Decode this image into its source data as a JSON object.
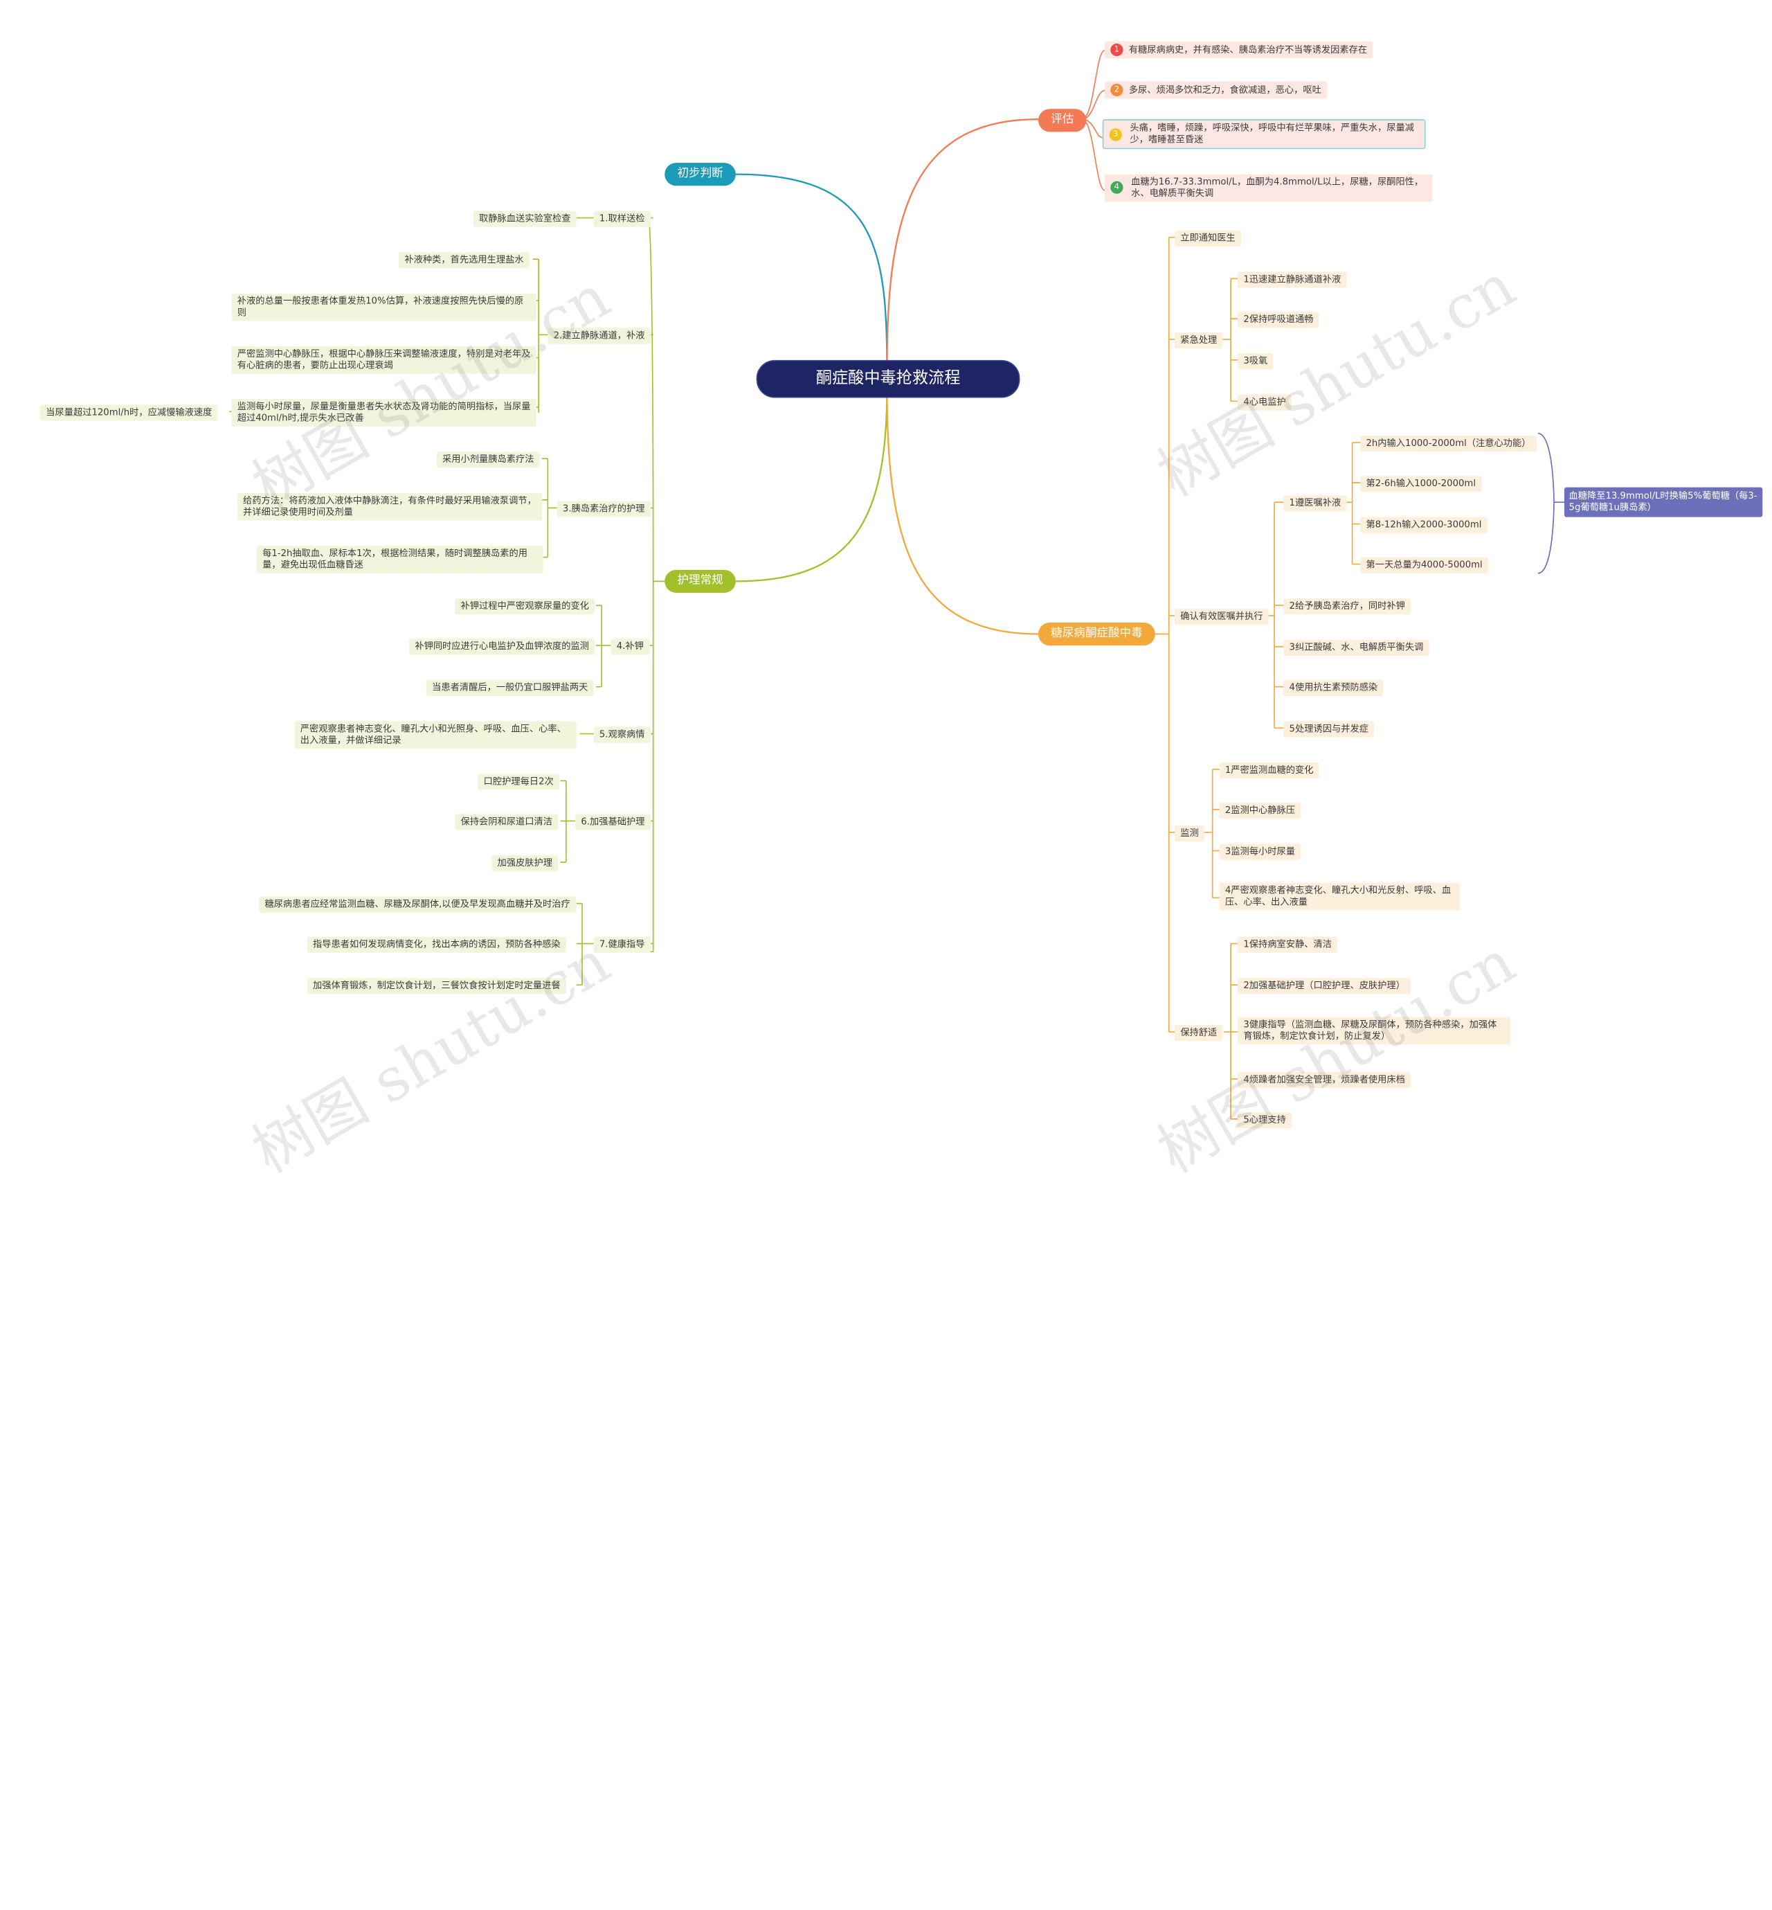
{
  "title": "酮症酸中毒抢救流程",
  "branches": {
    "chubu": "初步判断",
    "huli": "护理常规",
    "pinggu": "评估",
    "tangniao": "糖尿病酮症酸中毒"
  },
  "pinggu_items": [
    {
      "num": "1",
      "text": "有糖尿病病史，并有感染、胰岛素治疗不当等诱发因素存在"
    },
    {
      "num": "2",
      "text": "多尿、烦渴多饮和乏力，食欲减退，恶心，呕吐"
    },
    {
      "num": "3",
      "text": "头痛，嗜睡，烦躁，呼吸深快，呼吸中有烂苹果味，严重失水，尿量减少，嗜睡甚至昏迷"
    },
    {
      "num": "4",
      "text": "血糖为16.7-33.3mmol/L，血酮为4.8mmol/L以上，尿糖，尿酮阳性，水、电解质平衡失调"
    }
  ],
  "huli": {
    "g1": {
      "label": "1.取样送检",
      "items": [
        "取静脉血送实验室检查"
      ]
    },
    "g2": {
      "label": "2.建立静脉通道，补液",
      "items": [
        "补液种类，首先选用生理盐水",
        "补液的总量一般按患者体重发热10%估算，补液速度按照先快后慢的原则",
        "严密监测中心静脉压，根据中心静脉压来调整输液速度，特别是对老年及有心脏病的患者，要防止出现心理衰竭",
        "监测每小时尿量，尿量是衡量患者失水状态及肾功能的简明指标，当尿量超过40ml/h时,提示失水已改善"
      ],
      "sub": "当尿量超过120ml/h时，应减慢输液速度"
    },
    "g3": {
      "label": "3.胰岛素治疗的护理",
      "items": [
        "采用小剂量胰岛素疗法",
        "给药方法：将药液加入液体中静脉滴注，有条件时最好采用输液泵调节，并详细记录使用时间及剂量",
        "每1-2h抽取血、尿标本1次，根据检测结果，随时调整胰岛素的用量，避免出现低血糖昏迷"
      ]
    },
    "g4": {
      "label": "4.补钾",
      "items": [
        "补钾过程中严密观察尿量的变化",
        "补钾同时应进行心电监护及血钾浓度的监测",
        "当患者清醒后，一般仍宜口服钾盐两天"
      ]
    },
    "g5": {
      "label": "5.观察病情",
      "items": [
        "严密观察患者神志变化、瞳孔大小和光照身、呼吸、血压、心率、出入液量，并做详细记录"
      ]
    },
    "g6": {
      "label": "6.加强基础护理",
      "items": [
        "口腔护理每日2次",
        "保持会阴和尿道口清洁",
        "加强皮肤护理"
      ]
    },
    "g7": {
      "label": "7.健康指导",
      "items": [
        "糖尿病患者应经常监测血糖、尿糖及尿酮体,以便及早发现高血糖并及时治疗",
        "指导患者如何发现病情变化，找出本病的诱因，预防各种感染",
        "加强体育锻炼，制定饮食计划，三餐饮食按计划定时定量进餐"
      ]
    }
  },
  "tangniao": {
    "notify": "立即通知医生",
    "emergency": {
      "label": "紧急处理",
      "items": [
        "1迅速建立静脉通道补液",
        "2保持呼吸道通畅",
        "3吸氧",
        "4心电监护"
      ]
    },
    "execute": {
      "label": "确认有效医嘱并执行",
      "fluid": {
        "label": "1遵医嘱补液",
        "items": [
          "2h内输入1000-2000ml（注意心功能）",
          "第2-6h输入1000-2000ml",
          "第8-12h输入2000-3000ml",
          "第一天总量为4000-5000ml"
        ],
        "note": "血糖降至13.9mmol/L时换输5%葡萄糖（每3-5g葡萄糖1u胰岛素）"
      },
      "items": [
        "2给予胰岛素治疗，同时补钾",
        "3纠正酸碱、水、电解质平衡失调",
        "4使用抗生素预防感染",
        "5处理诱因与并发症"
      ]
    },
    "monitor": {
      "label": "监测",
      "items": [
        "1严密监测血糖的变化",
        "2监测中心静脉压",
        "3监测每小时尿量",
        "4严密观察患者神志变化、瞳孔大小和光反射、呼吸、血压、心率、出入液量"
      ]
    },
    "comfort": {
      "label": "保持舒适",
      "items": [
        "1保持病室安静、清洁",
        "2加强基础护理（口腔护理、皮肤护理）",
        "3健康指导（监测血糖、尿糖及尿酮体，预防各种感染，加强体育锻炼，制定饮食计划，防止复发）",
        "4烦躁者加强安全管理，烦躁者使用床档",
        "5心理支持"
      ]
    }
  },
  "watermark": "树图 shutu.cn",
  "colors": {
    "root": "#1d2564",
    "chubu": "#1c9bb8",
    "huli": "#a2c02a",
    "pinggu": "#f47a55",
    "tangniao": "#f2a83b"
  }
}
